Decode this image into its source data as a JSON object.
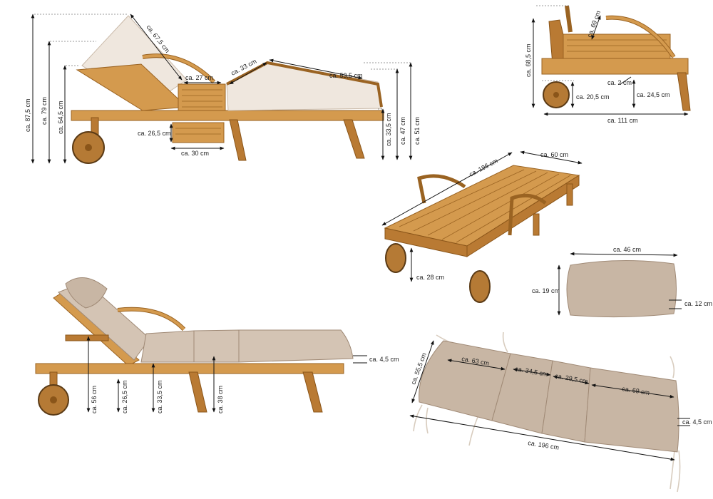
{
  "labels": {
    "a1_h1": "ca. 87,5 cm",
    "a1_h2": "ca. 79 cm",
    "a1_h3": "ca. 64,5 cm",
    "a1_back": "ca. 67,5 cm",
    "a1_seat": "ca. 27 cm",
    "a1_tray_h": "ca. 26,5 cm",
    "a1_tray_w": "ca. 30 cm",
    "a1_knee": "ca. 33 cm",
    "a1_foot": "ca. 53,5 cm",
    "a1_h4": "ca. 33,5 cm",
    "a1_h5": "ca. 47 cm",
    "a1_h6": "ca. 51 cm",
    "b_h": "ca. 68,5 cm",
    "b_arm": "ca. 69 cm",
    "b_gap": "ca. 2 cm",
    "b_wheel": "ca. 20,5 cm",
    "b_leg": "ca. 24,5 cm",
    "b_w": "ca. 111 cm",
    "c_len": "ca. 196 cm",
    "c_w": "ca. 60 cm",
    "c_wheel": "ca. 28 cm",
    "p_w": "ca. 46 cm",
    "p_h": "ca. 19 cm",
    "p_d": "ca. 12 cm",
    "d_thick": "ca. 4,5 cm",
    "d_h1": "ca. 56 cm",
    "d_h2": "ca. 26,5 cm",
    "d_h3": "ca. 33,5 cm",
    "d_h4": "ca. 38 cm",
    "e_w": "ca. 55,5 cm",
    "e_s1": "ca. 63 cm",
    "e_s2": "ca. 34,5 cm",
    "e_s3": "ca. 29,5 cm",
    "e_s4": "ca. 69 cm",
    "e_thick": "ca. 4,5 cm",
    "e_len": "ca. 196 cm"
  }
}
